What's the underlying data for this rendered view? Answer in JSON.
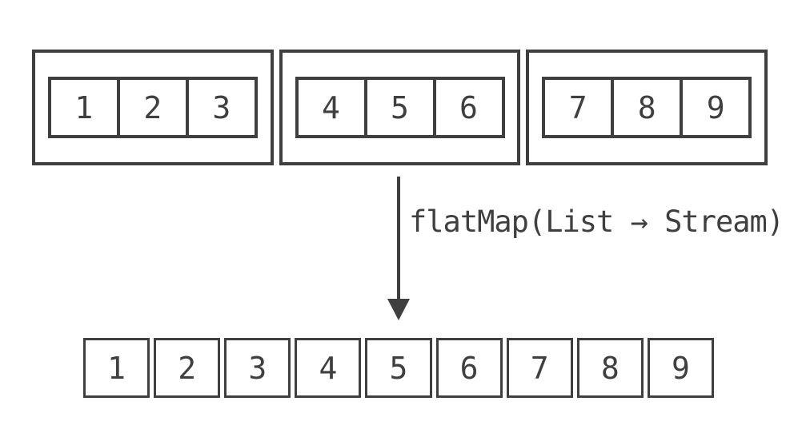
{
  "diagram": {
    "operation_label": "flatMap(List → Stream)",
    "source_lists": [
      {
        "values": [
          "1",
          "2",
          "3"
        ]
      },
      {
        "values": [
          "4",
          "5",
          "6"
        ]
      },
      {
        "values": [
          "7",
          "8",
          "9"
        ]
      }
    ],
    "result_values": [
      "1",
      "2",
      "3",
      "4",
      "5",
      "6",
      "7",
      "8",
      "9"
    ],
    "colors": {
      "stroke": "#3f3f3f",
      "background": "#ffffff"
    }
  }
}
